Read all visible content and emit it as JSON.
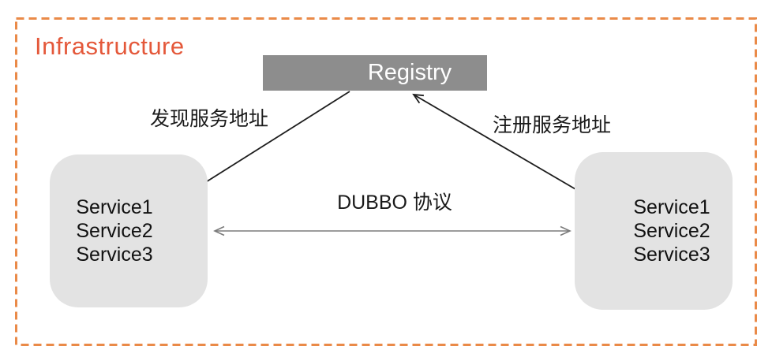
{
  "diagram": {
    "title": "Infrastructure",
    "registry": {
      "label": "Registry"
    },
    "left_box": {
      "services": [
        "Service1",
        "Service2",
        "Service3"
      ]
    },
    "right_box": {
      "services": [
        "Service1",
        "Service2",
        "Service3"
      ]
    },
    "labels": {
      "discover": "发现服务地址",
      "register": "注册服务地址",
      "protocol": "DUBBO 协议"
    },
    "colors": {
      "frame_border": "#EA8A48",
      "title_text": "#E4583A",
      "registry_fill": "#8D8D8D",
      "registry_text": "#FFFFFF",
      "service_box_fill": "#E3E3E3",
      "body_text": "#111111",
      "arrow_black": "#1E1E1E",
      "arrow_gray": "#7B7B7B",
      "brace": "#2A2A2A"
    }
  }
}
